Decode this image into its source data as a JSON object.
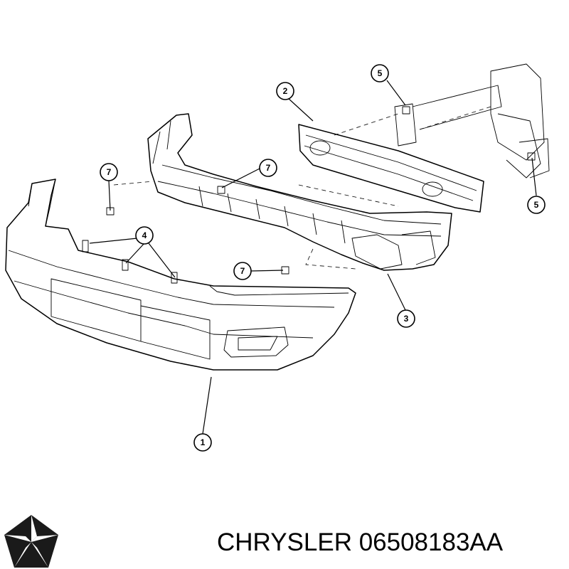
{
  "callouts": [
    {
      "id": "c1",
      "label": "1"
    },
    {
      "id": "c2",
      "label": "2"
    },
    {
      "id": "c3",
      "label": "3"
    },
    {
      "id": "c4",
      "label": "4"
    },
    {
      "id": "c5a",
      "label": "5"
    },
    {
      "id": "c5b",
      "label": "5"
    },
    {
      "id": "c7a",
      "label": "7"
    },
    {
      "id": "c7b",
      "label": "7"
    },
    {
      "id": "c7c",
      "label": "7"
    }
  ],
  "caption": "CHRYSLER 06508183AA",
  "logo_icon": "pentastar-icon",
  "colors": {
    "line": "#000000",
    "background": "#ffffff"
  }
}
